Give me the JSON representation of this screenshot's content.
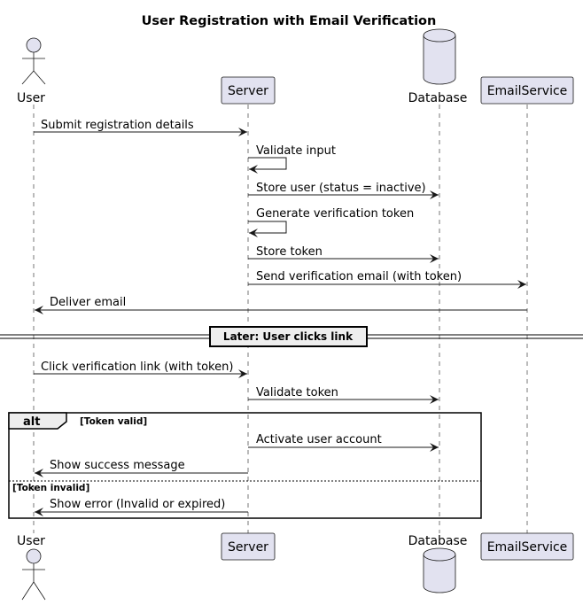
{
  "title": "User Registration with Email Verification",
  "participants": {
    "user": "User",
    "server": "Server",
    "database": "Database",
    "email": "EmailService"
  },
  "messages": [
    "Submit registration details",
    "Validate input",
    "Store user (status = inactive)",
    "Generate verification token",
    "Store token",
    "Send verification email (with token)",
    "Deliver email",
    "Click verification link (with token)",
    "Validate token",
    "Activate user account",
    "Show success message",
    "Show error (Invalid or expired)"
  ],
  "divider": "Later: User clicks link",
  "alt": {
    "keyword": "alt",
    "valid": "[Token valid]",
    "invalid": "[Token invalid]"
  },
  "colors": {
    "participant_fill": "#E2E2F0",
    "stroke": "#181818"
  }
}
